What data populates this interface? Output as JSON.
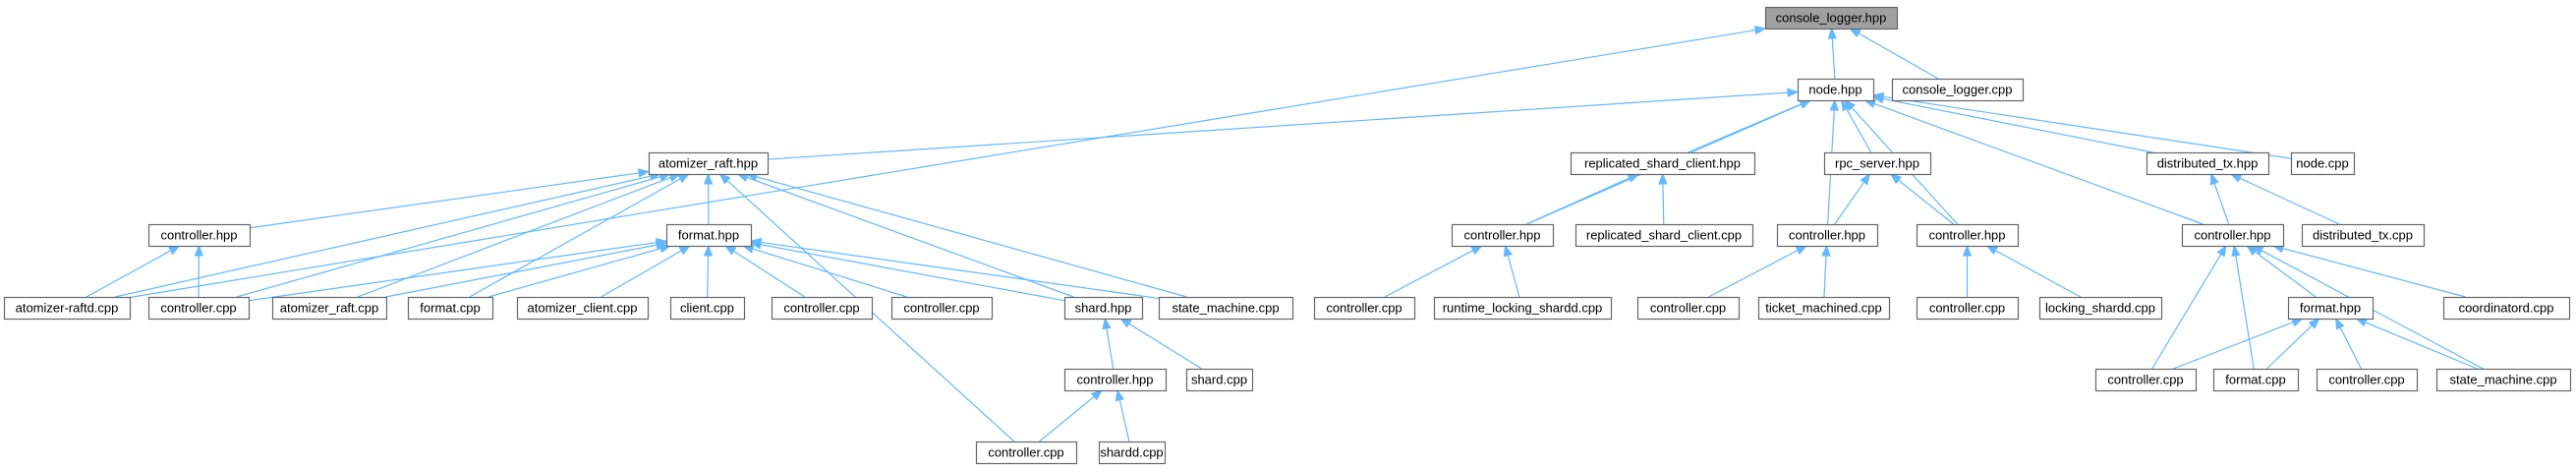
{
  "graph": {
    "title": "",
    "colors": {
      "edge": "#63b8ff",
      "root_fill": "#a0a0a0",
      "node_fill": "#ffffff",
      "node_border": "#666666"
    },
    "nodes": [
      {
        "id": "n_console_logger_hpp",
        "label": "console_logger.hpp",
        "root": true
      },
      {
        "id": "n_node_hpp",
        "label": "node.hpp"
      },
      {
        "id": "n_console_logger_cpp",
        "label": "console_logger.cpp"
      },
      {
        "id": "n_atomizer_raft_hpp",
        "label": "atomizer_raft.hpp"
      },
      {
        "id": "n_replicated_shard_client_hpp",
        "label": "replicated_shard_client.hpp"
      },
      {
        "id": "n_rpc_server_hpp",
        "label": "rpc_server.hpp"
      },
      {
        "id": "n_distributed_tx_hpp",
        "label": "distributed_tx.hpp"
      },
      {
        "id": "n_node_cpp",
        "label": "node.cpp"
      },
      {
        "id": "n_controller_hpp_a",
        "label": "controller.hpp"
      },
      {
        "id": "n_format_hpp_a",
        "label": "format.hpp"
      },
      {
        "id": "n_controller_hpp_b",
        "label": "controller.hpp"
      },
      {
        "id": "n_replicated_shard_client_cpp",
        "label": "replicated_shard_client.cpp"
      },
      {
        "id": "n_controller_hpp_c",
        "label": "controller.hpp"
      },
      {
        "id": "n_controller_hpp_d",
        "label": "controller.hpp"
      },
      {
        "id": "n_controller_hpp_e",
        "label": "controller.hpp"
      },
      {
        "id": "n_distributed_tx_cpp",
        "label": "distributed_tx.cpp"
      },
      {
        "id": "n_atomizer_raftd_cpp",
        "label": "atomizer-raftd.cpp"
      },
      {
        "id": "n_controller_cpp_a",
        "label": "controller.cpp"
      },
      {
        "id": "n_atomizer_raft_cpp",
        "label": "atomizer_raft.cpp"
      },
      {
        "id": "n_format_cpp_a",
        "label": "format.cpp"
      },
      {
        "id": "n_atomizer_client_cpp",
        "label": "atomizer_client.cpp"
      },
      {
        "id": "n_client_cpp",
        "label": "client.cpp"
      },
      {
        "id": "n_controller_cpp_b",
        "label": "controller.cpp"
      },
      {
        "id": "n_controller_cpp_c",
        "label": "controller.cpp"
      },
      {
        "id": "n_shard_hpp",
        "label": "shard.hpp"
      },
      {
        "id": "n_state_machine_cpp_a",
        "label": "state_machine.cpp"
      },
      {
        "id": "n_controller_cpp_d",
        "label": "controller.cpp"
      },
      {
        "id": "n_runtime_locking_shardd_cpp",
        "label": "runtime_locking_shardd.cpp"
      },
      {
        "id": "n_controller_cpp_e",
        "label": "controller.cpp"
      },
      {
        "id": "n_ticket_machined_cpp",
        "label": "ticket_machined.cpp"
      },
      {
        "id": "n_controller_cpp_f",
        "label": "controller.cpp"
      },
      {
        "id": "n_locking_shardd_cpp",
        "label": "locking_shardd.cpp"
      },
      {
        "id": "n_format_hpp_b",
        "label": "format.hpp"
      },
      {
        "id": "n_coordinatord_cpp",
        "label": "coordinatord.cpp"
      },
      {
        "id": "n_controller_hpp_f",
        "label": "controller.hpp"
      },
      {
        "id": "n_shard_cpp",
        "label": "shard.cpp"
      },
      {
        "id": "n_controller_cpp_g",
        "label": "controller.cpp"
      },
      {
        "id": "n_format_cpp_b",
        "label": "format.cpp"
      },
      {
        "id": "n_controller_cpp_h",
        "label": "controller.cpp"
      },
      {
        "id": "n_state_machine_cpp_b",
        "label": "state_machine.cpp"
      },
      {
        "id": "n_controller_cpp_i",
        "label": "controller.cpp"
      },
      {
        "id": "n_shardd_cpp",
        "label": "shardd.cpp"
      }
    ]
  }
}
